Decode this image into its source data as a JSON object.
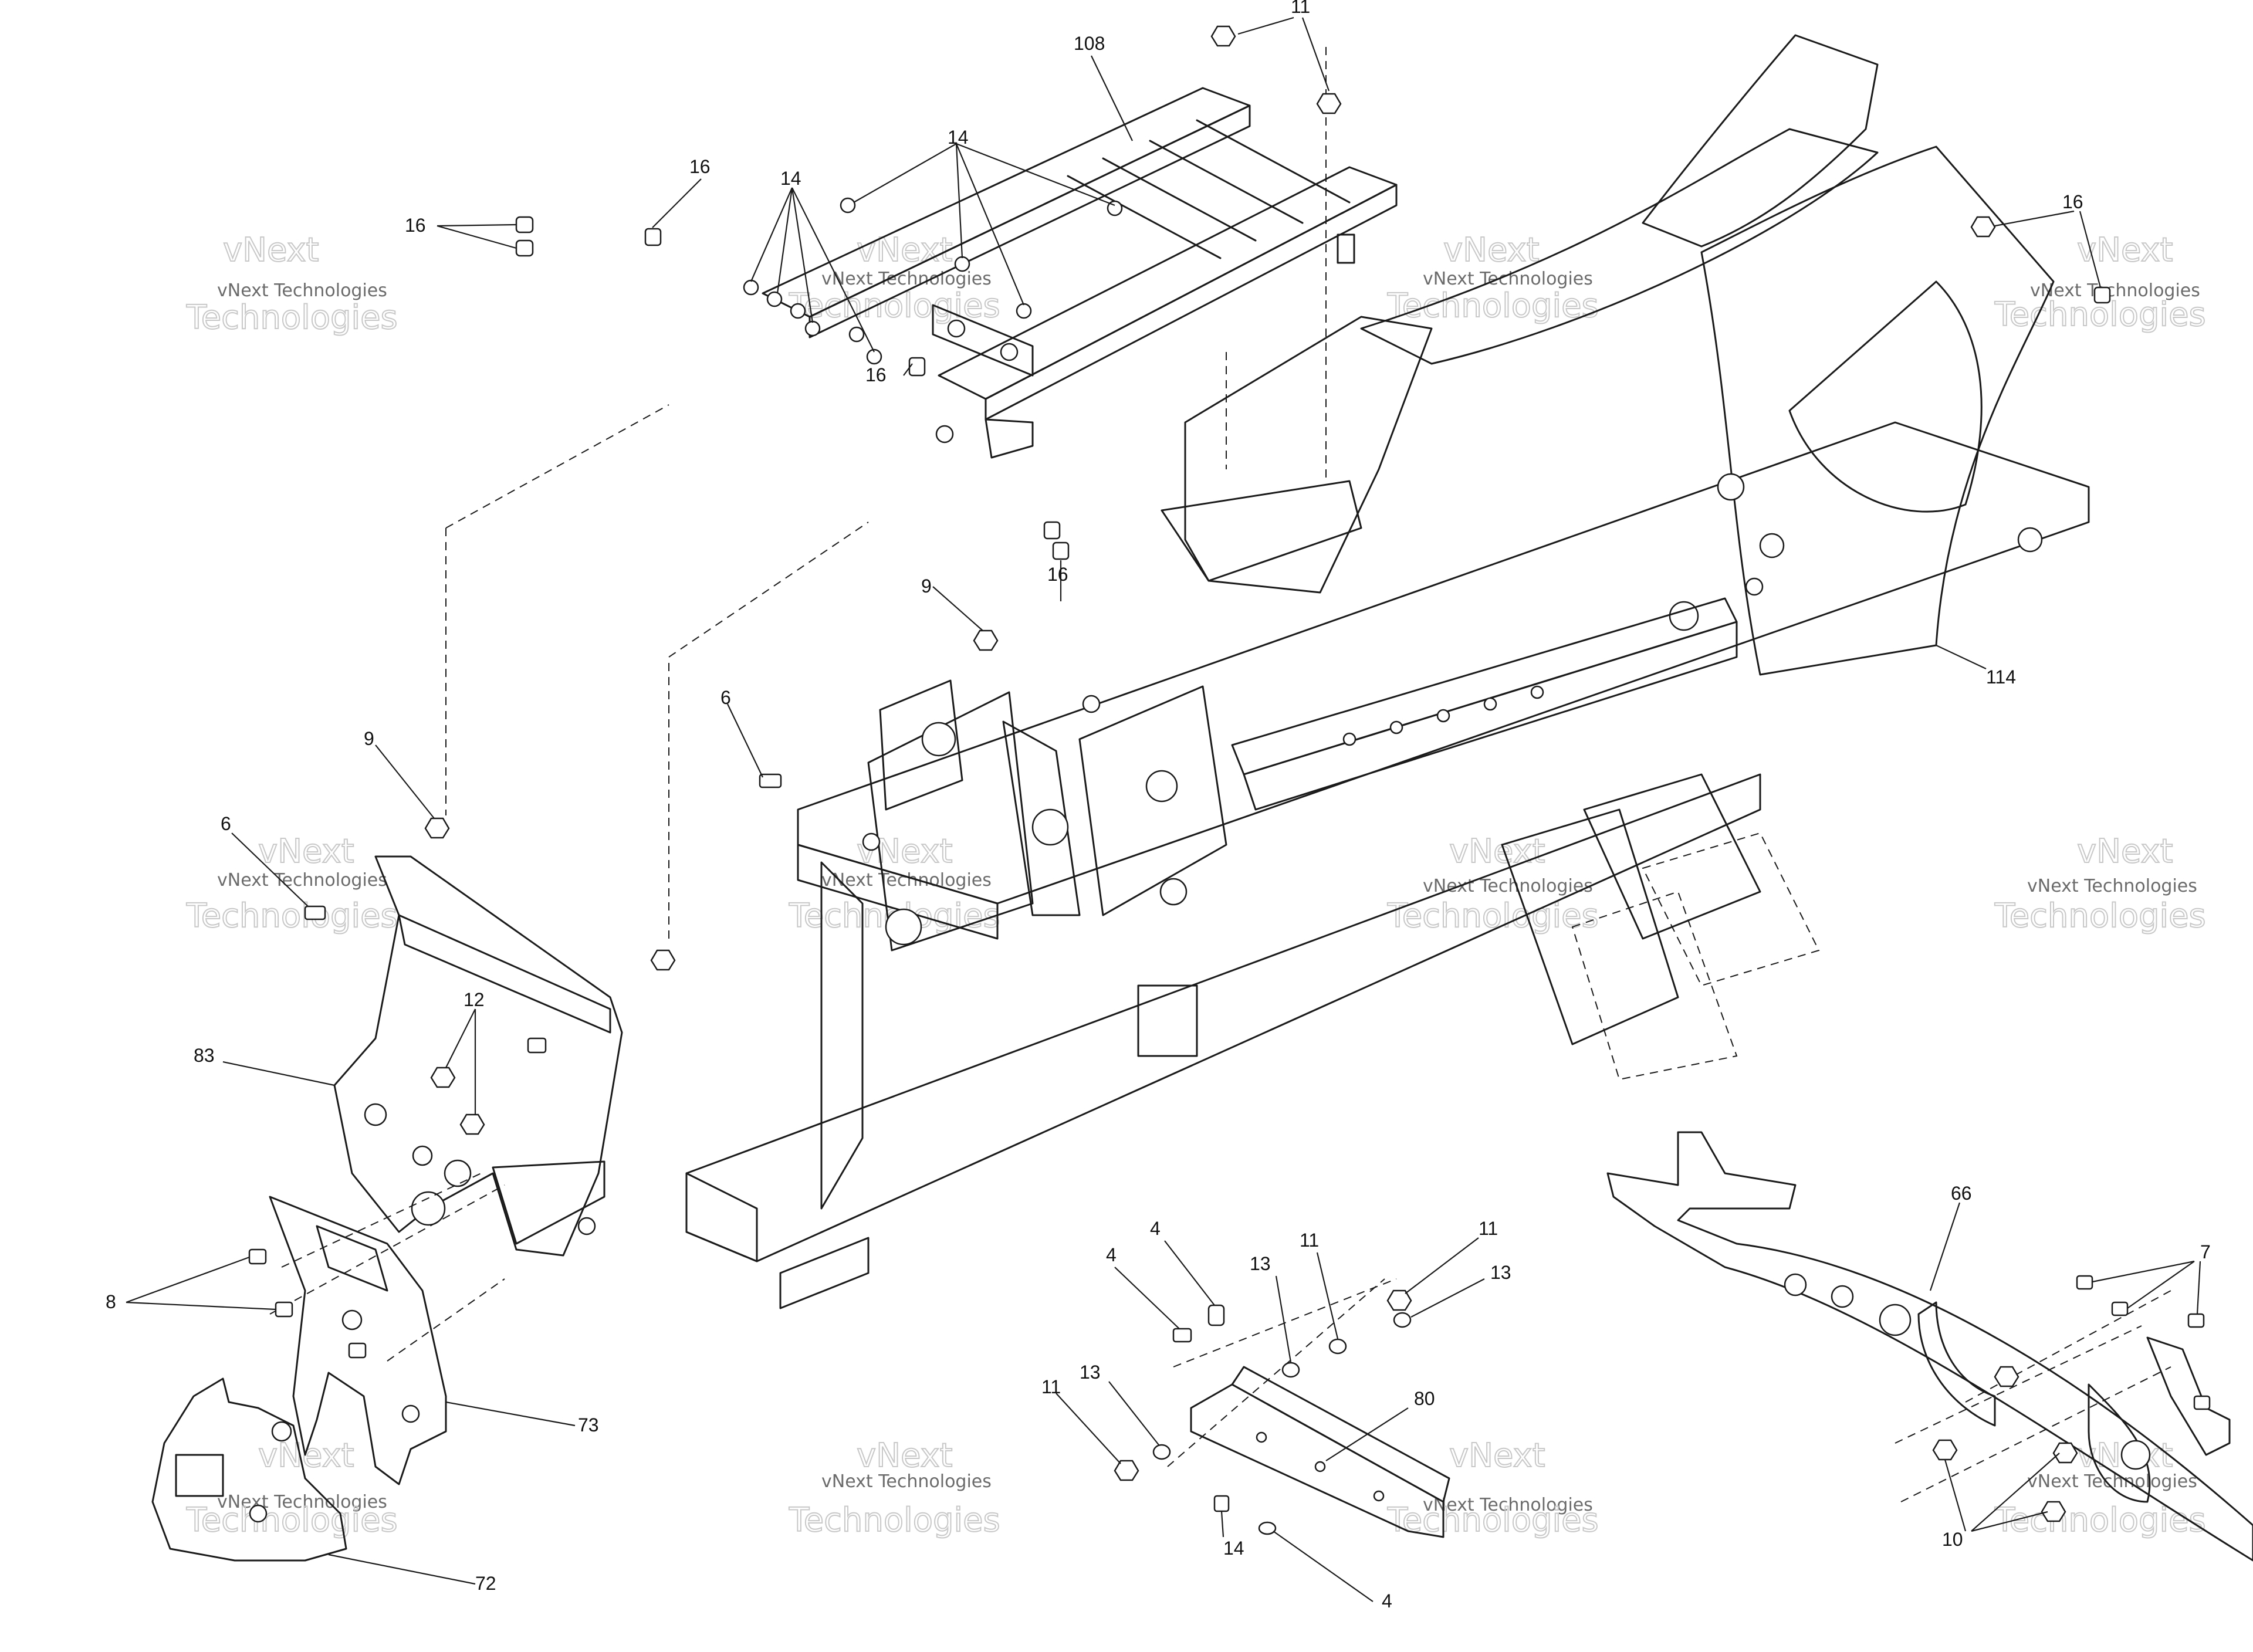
{
  "colors": {
    "line": "#1a1a1a",
    "watermark": "#c8c8c8",
    "background": "#ffffff"
  },
  "watermark": {
    "line1": "vNext",
    "line2": "vNext Technologies",
    "line3": "Technologies"
  },
  "callouts": [
    {
      "id": "c108",
      "label": "108"
    },
    {
      "id": "c11a",
      "label": "11"
    },
    {
      "id": "c14a",
      "label": "14"
    },
    {
      "id": "c14b",
      "label": "14"
    },
    {
      "id": "c16a",
      "label": "16"
    },
    {
      "id": "c16b",
      "label": "16"
    },
    {
      "id": "c16c",
      "label": "16"
    },
    {
      "id": "c16d",
      "label": "16"
    },
    {
      "id": "c16e",
      "label": "16"
    },
    {
      "id": "c9a",
      "label": "9"
    },
    {
      "id": "c9b",
      "label": "9"
    },
    {
      "id": "c6a",
      "label": "6"
    },
    {
      "id": "c6b",
      "label": "6"
    },
    {
      "id": "c114",
      "label": "114"
    },
    {
      "id": "c12",
      "label": "12"
    },
    {
      "id": "c83",
      "label": "83"
    },
    {
      "id": "c8",
      "label": "8"
    },
    {
      "id": "c73",
      "label": "73"
    },
    {
      "id": "c72",
      "label": "72"
    },
    {
      "id": "c4a",
      "label": "4"
    },
    {
      "id": "c4b",
      "label": "4"
    },
    {
      "id": "c4c",
      "label": "4"
    },
    {
      "id": "c13a",
      "label": "13"
    },
    {
      "id": "c13b",
      "label": "13"
    },
    {
      "id": "c13c",
      "label": "13"
    },
    {
      "id": "c11b",
      "label": "11"
    },
    {
      "id": "c11c",
      "label": "11"
    },
    {
      "id": "c11d",
      "label": "11"
    },
    {
      "id": "c80",
      "label": "80"
    },
    {
      "id": "c14c",
      "label": "14"
    },
    {
      "id": "c66",
      "label": "66"
    },
    {
      "id": "c7",
      "label": "7"
    },
    {
      "id": "c10",
      "label": "10"
    }
  ]
}
